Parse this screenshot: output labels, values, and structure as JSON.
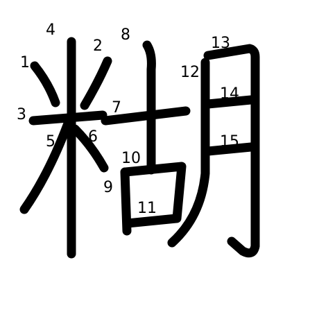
{
  "character": "糊",
  "stroke_numbers": [
    "1",
    "2",
    "3",
    "4",
    "5",
    "6",
    "7",
    "8",
    "9",
    "10",
    "11",
    "12",
    "13",
    "14",
    "15"
  ],
  "colors": {
    "stroke": "#000000",
    "background": "#ffffff"
  }
}
